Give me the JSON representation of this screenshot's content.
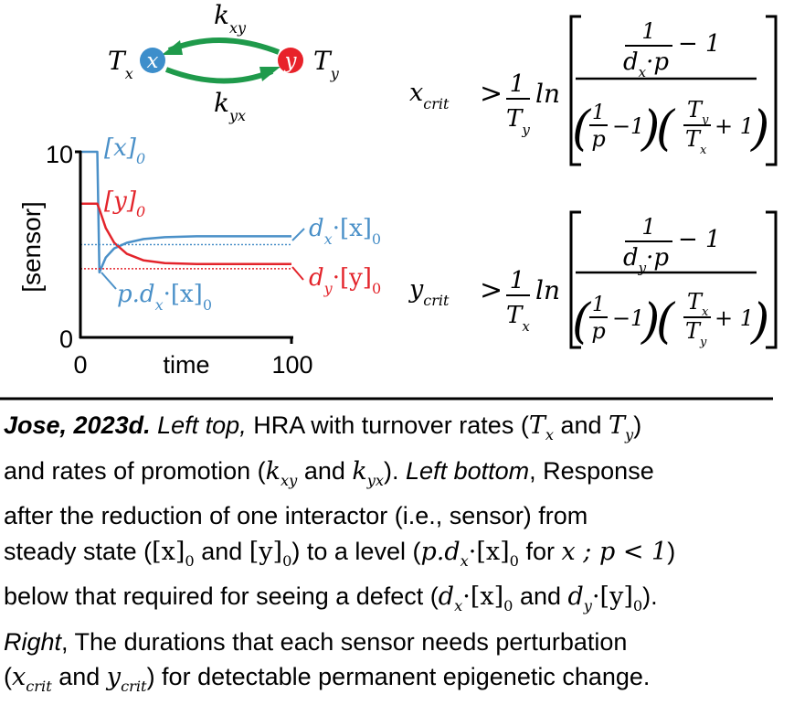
{
  "network": {
    "node_x_label": "x",
    "node_y_label": "y",
    "tx_main": "T",
    "tx_sub": "x",
    "ty_main": "T",
    "ty_sub": "y",
    "kxy_main": "k",
    "kxy_sub": "xy",
    "kyx_main": "k",
    "kyx_sub": "yx",
    "node_x_color": "#3d8ecb",
    "node_y_color": "#e8222a",
    "arrow_color": "#1f9a4b"
  },
  "plot": {
    "y_axis_label": "[sensor]",
    "x_axis_label": "time",
    "y_ticks": [
      "10",
      "0"
    ],
    "x_ticks": [
      "0",
      "100"
    ],
    "x_color": "#4a90c8",
    "y_color": "#e3242b",
    "labels": {
      "x0": "[x]",
      "x0_sub": "0",
      "y0": "[y]",
      "y0_sub": "0",
      "dx_main": "d",
      "dx_sub": "x",
      "dx_rest": "·[x]",
      "dx_rest_sub": "0",
      "dy_main": "d",
      "dy_sub": "y",
      "dy_rest": "·[y]",
      "dy_rest_sub": "0",
      "pdx_main": "p.d",
      "pdx_sub": "x",
      "pdx_rest": "·[x]",
      "pdx_rest_sub": "0"
    }
  },
  "chart_data": {
    "type": "line",
    "xlabel": "time",
    "ylabel": "[sensor]",
    "xlim": [
      0,
      100
    ],
    "ylim": [
      0,
      10
    ],
    "series": [
      {
        "name": "x",
        "x": [
          0,
          8,
          9,
          12,
          16,
          22,
          30,
          40,
          55,
          75,
          100
        ],
        "y": [
          10,
          10,
          3.5,
          4.3,
          4.8,
          5.1,
          5.3,
          5.4,
          5.45,
          5.45,
          5.45
        ]
      },
      {
        "name": "y",
        "x": [
          0,
          8,
          9,
          12,
          16,
          22,
          30,
          40,
          55,
          75,
          100
        ],
        "y": [
          7.2,
          7.2,
          6.9,
          5.9,
          5.1,
          4.5,
          4.15,
          4.0,
          3.95,
          3.95,
          3.95
        ]
      },
      {
        "name": "x-threshold",
        "x": [
          0,
          100
        ],
        "y": [
          5.0,
          5.0
        ]
      },
      {
        "name": "y-threshold",
        "x": [
          0,
          100
        ],
        "y": [
          3.7,
          3.7
        ]
      }
    ]
  },
  "equations": {
    "xcrit_lhs": "x",
    "xcrit_sub": "crit",
    "ycrit_lhs": "y",
    "ycrit_sub": "crit",
    "gt": ">",
    "one": "1",
    "minus_one": "− 1",
    "plus_one": "+ 1",
    "minus": "−",
    "ln": "ln",
    "T": "T",
    "p": "p",
    "d": "d",
    "dot_p": "·p",
    "sub_x": "x",
    "sub_y": "y"
  },
  "caption": {
    "lines": [
      [
        {
          "t": "Jose, 2023d.",
          "s": "b"
        },
        {
          "t": " "
        },
        {
          "t": "Left top,",
          "s": "i"
        },
        {
          "t": " HRA with turnover rates ("
        },
        {
          "t": "T",
          "s": "m",
          "sub": "x"
        },
        {
          "t": " and "
        },
        {
          "t": "T",
          "s": "m",
          "sub": "y"
        },
        {
          "t": ")"
        }
      ],
      [
        {
          "t": "and rates of promotion ("
        },
        {
          "t": "k",
          "s": "m",
          "sub": "xy"
        },
        {
          "t": " and "
        },
        {
          "t": "k",
          "s": "m",
          "sub": "yx"
        },
        {
          "t": "). "
        },
        {
          "t": "Left bottom",
          "s": "i"
        },
        {
          "t": ", Response"
        }
      ],
      [
        {
          "t": "after the reduction of one interactor (i.e., sensor) from"
        }
      ],
      [
        {
          "t": "steady state ("
        },
        {
          "t": "[x]",
          "s": "up",
          "sub": "0"
        },
        {
          "t": " and "
        },
        {
          "t": "[y]",
          "s": "up",
          "sub": "0"
        },
        {
          "t": ") to a level ("
        },
        {
          "t": "p.d",
          "s": "m",
          "sub": "x"
        },
        {
          "t": "·[x]",
          "s": "up",
          "sub": "0"
        },
        {
          "t": " for "
        },
        {
          "t": "x ; p < 1",
          "s": "m"
        },
        {
          "t": ")"
        }
      ],
      [
        {
          "t": "below that required for seeing a defect ("
        },
        {
          "t": "d",
          "s": "m",
          "sub": "x"
        },
        {
          "t": "·[x]",
          "s": "up",
          "sub": "0"
        },
        {
          "t": " and "
        },
        {
          "t": "d",
          "s": "m",
          "sub": "y"
        },
        {
          "t": "·[y]",
          "s": "up",
          "sub": "0"
        },
        {
          "t": ")."
        }
      ],
      [
        {
          "t": "Right",
          "s": "i"
        },
        {
          "t": ", The durations that each sensor needs perturbation"
        }
      ],
      [
        {
          "t": "("
        },
        {
          "t": "x",
          "s": "m",
          "sub": "crit"
        },
        {
          "t": " and "
        },
        {
          "t": "y",
          "s": "m",
          "sub": "crit"
        },
        {
          "t": ") for detectable permanent epigenetic change."
        }
      ]
    ]
  }
}
